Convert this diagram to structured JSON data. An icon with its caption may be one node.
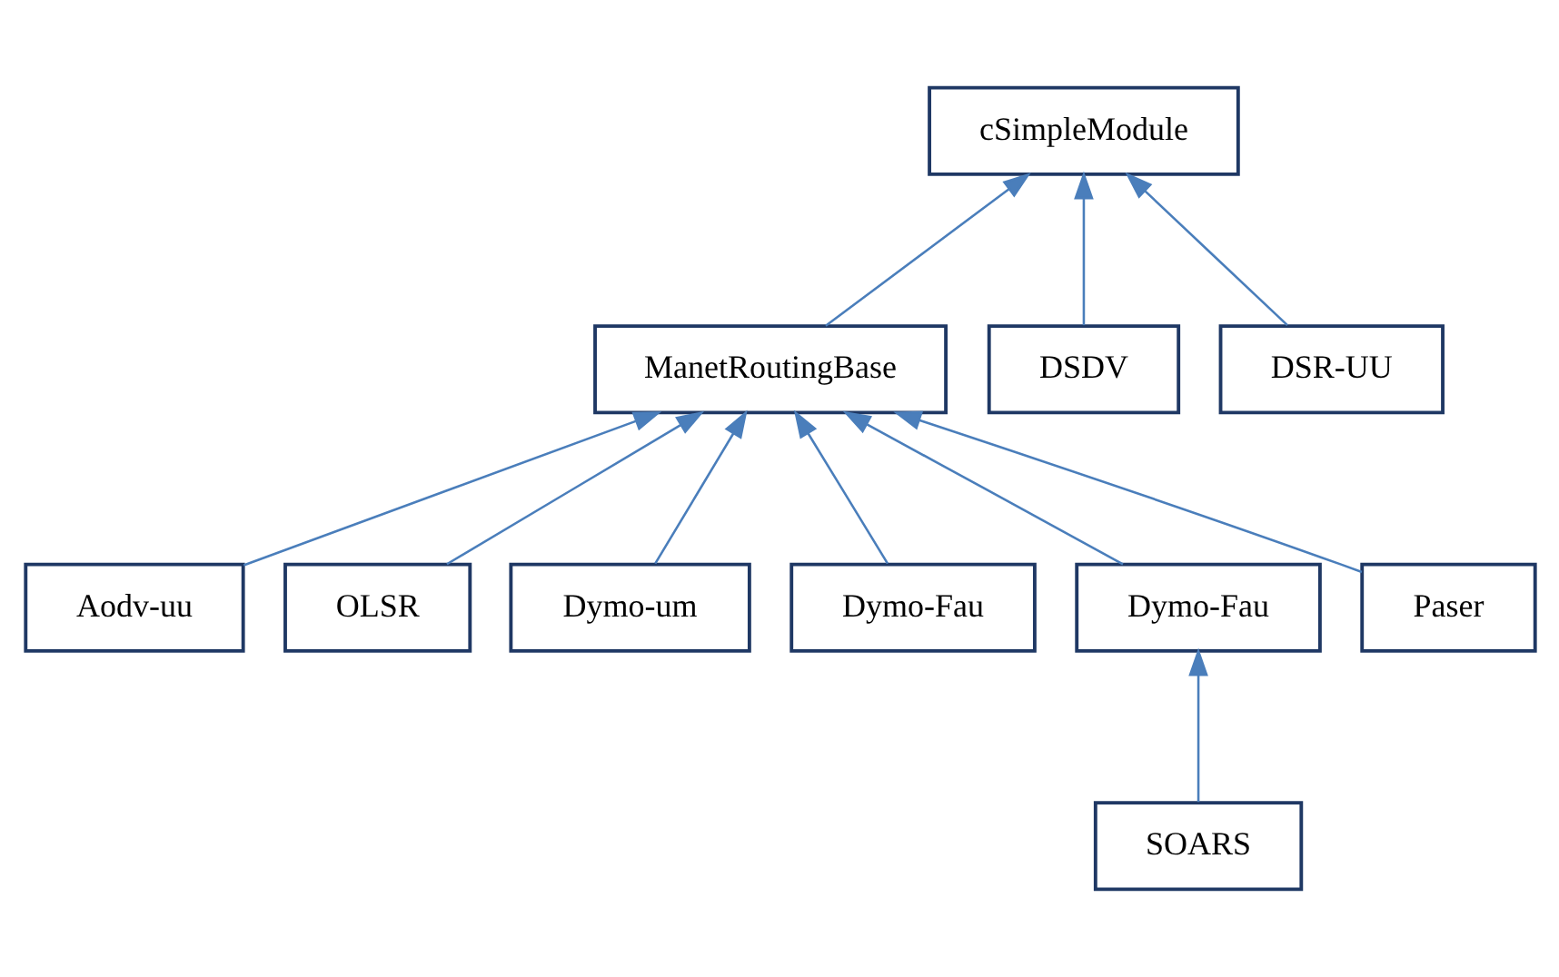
{
  "diagram": {
    "nodes": [
      {
        "text": [
          "cSimpleModule"
        ]
      },
      {
        "text": [
          "ManetRoutingBase"
        ]
      },
      {
        "text": [
          "DSDV"
        ]
      },
      {
        "text": [
          "DSR-UU"
        ]
      },
      {
        "text": [
          "Aodv-uu"
        ]
      },
      {
        "text": [
          "OLSR"
        ]
      },
      {
        "text": [
          "Dymo-um"
        ]
      },
      {
        "text": [
          "Dymo-Fau"
        ]
      },
      {
        "text": [
          "Dymo-Fau"
        ]
      },
      {
        "text": [
          "Paser"
        ]
      },
      {
        "text": [
          "SOARS"
        ]
      }
    ],
    "edges": [
      {
        "from": 1,
        "to": 0,
        "arrow": "to"
      },
      {
        "from": 2,
        "to": 0,
        "arrow": "to"
      },
      {
        "from": 3,
        "to": 0,
        "arrow": "to"
      },
      {
        "from": 4,
        "to": 1,
        "arrow": "to"
      },
      {
        "from": 5,
        "to": 1,
        "arrow": "to"
      },
      {
        "from": 6,
        "to": 1,
        "arrow": "to"
      },
      {
        "from": 7,
        "to": 1,
        "arrow": "to"
      },
      {
        "from": 8,
        "to": 1,
        "arrow": "to"
      },
      {
        "from": 9,
        "to": 1,
        "arrow": "to"
      },
      {
        "from": 10,
        "to": 8,
        "arrow": "to"
      }
    ]
  }
}
